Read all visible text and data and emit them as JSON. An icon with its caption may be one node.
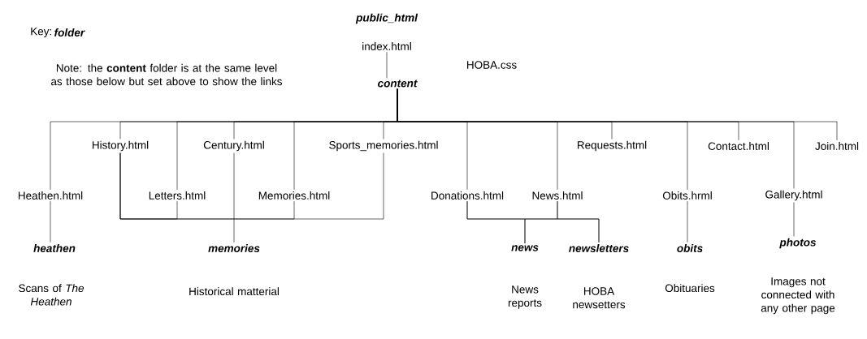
{
  "diagram": {
    "nodes": [
      {
        "text": [
          "index.html"
        ]
      },
      {
        "text": [
          "content"
        ]
      },
      {
        "text": [
          "History.html"
        ]
      },
      {
        "text": [
          "Century.html"
        ]
      },
      {
        "text": [
          "Sports_memories.html"
        ]
      },
      {
        "text": [
          "Requests.html"
        ]
      },
      {
        "text": [
          "Contact.html"
        ]
      },
      {
        "text": [
          "Join.html"
        ]
      },
      {
        "text": [
          "Heathen.html"
        ]
      },
      {
        "text": [
          "Letters.html"
        ]
      },
      {
        "text": [
          "Memories.html"
        ]
      },
      {
        "text": [
          "Donations.html"
        ]
      },
      {
        "text": [
          "News.html"
        ]
      },
      {
        "text": [
          "Obits.hrml"
        ]
      },
      {
        "text": [
          "Gallery.html"
        ]
      },
      {
        "text": [
          "heathen"
        ],
        "beside": [
          "Scans of *The Heathen*"
        ]
      },
      {
        "text": [
          "memories"
        ],
        "beside": [
          "Historical matterial"
        ]
      },
      {
        "text": [
          "news"
        ],
        "beside": [
          "News reports"
        ]
      },
      {
        "text": [
          "newsletters"
        ],
        "beside": [
          "HOBA newsetters"
        ]
      },
      {
        "text": [
          "obits"
        ],
        "beside": [
          "Obituaries"
        ]
      },
      {
        "text": [
          "photos"
        ],
        "beside": [
          "Images not connected with any other page"
        ]
      }
    ],
    "edges": [
      {
        "from": 0,
        "to": 1,
        "arrow": "none"
      },
      {
        "from": 1,
        "to": 2,
        "arrow": "none"
      },
      {
        "from": 1,
        "to": 3,
        "arrow": "none"
      },
      {
        "from": 1,
        "to": 4,
        "arrow": "none"
      },
      {
        "from": 1,
        "to": 5,
        "arrow": "none"
      },
      {
        "from": 1,
        "to": 6,
        "arrow": "none"
      },
      {
        "from": 1,
        "to": 7,
        "arrow": "none"
      },
      {
        "from": 1,
        "to": 8,
        "arrow": "none"
      },
      {
        "from": 1,
        "to": 9,
        "arrow": "none"
      },
      {
        "from": 1,
        "to": 10,
        "arrow": "none"
      },
      {
        "from": 1,
        "to": 11,
        "arrow": "none"
      },
      {
        "from": 1,
        "to": 12,
        "arrow": "none"
      },
      {
        "from": 1,
        "to": 13,
        "arrow": "none"
      },
      {
        "from": 1,
        "to": 14,
        "arrow": "none"
      },
      {
        "from": 2,
        "to": 9,
        "arrow": "none"
      },
      {
        "from": 2,
        "to": 10,
        "arrow": "none"
      },
      {
        "from": 2,
        "to": 4,
        "arrow": "none"
      },
      {
        "from": 3,
        "to": 16,
        "arrow": "none"
      },
      {
        "from": 8,
        "to": 15,
        "arrow": "none"
      },
      {
        "from": 11,
        "to": 17,
        "arrow": "none"
      },
      {
        "from": 11,
        "to": 18,
        "arrow": "none"
      },
      {
        "from": 12,
        "to": 17,
        "arrow": "none"
      },
      {
        "from": 12,
        "to": 18,
        "arrow": "none"
      },
      {
        "from": 13,
        "to": 19,
        "arrow": "none"
      },
      {
        "from": 14,
        "to": 20,
        "arrow": "none"
      }
    ],
    "labels": [
      "public_html",
      "Key:",
      "folder",
      "Note: the **content** folder is at the same level as those below but set above to show the links",
      "HOBA.css"
    ]
  }
}
